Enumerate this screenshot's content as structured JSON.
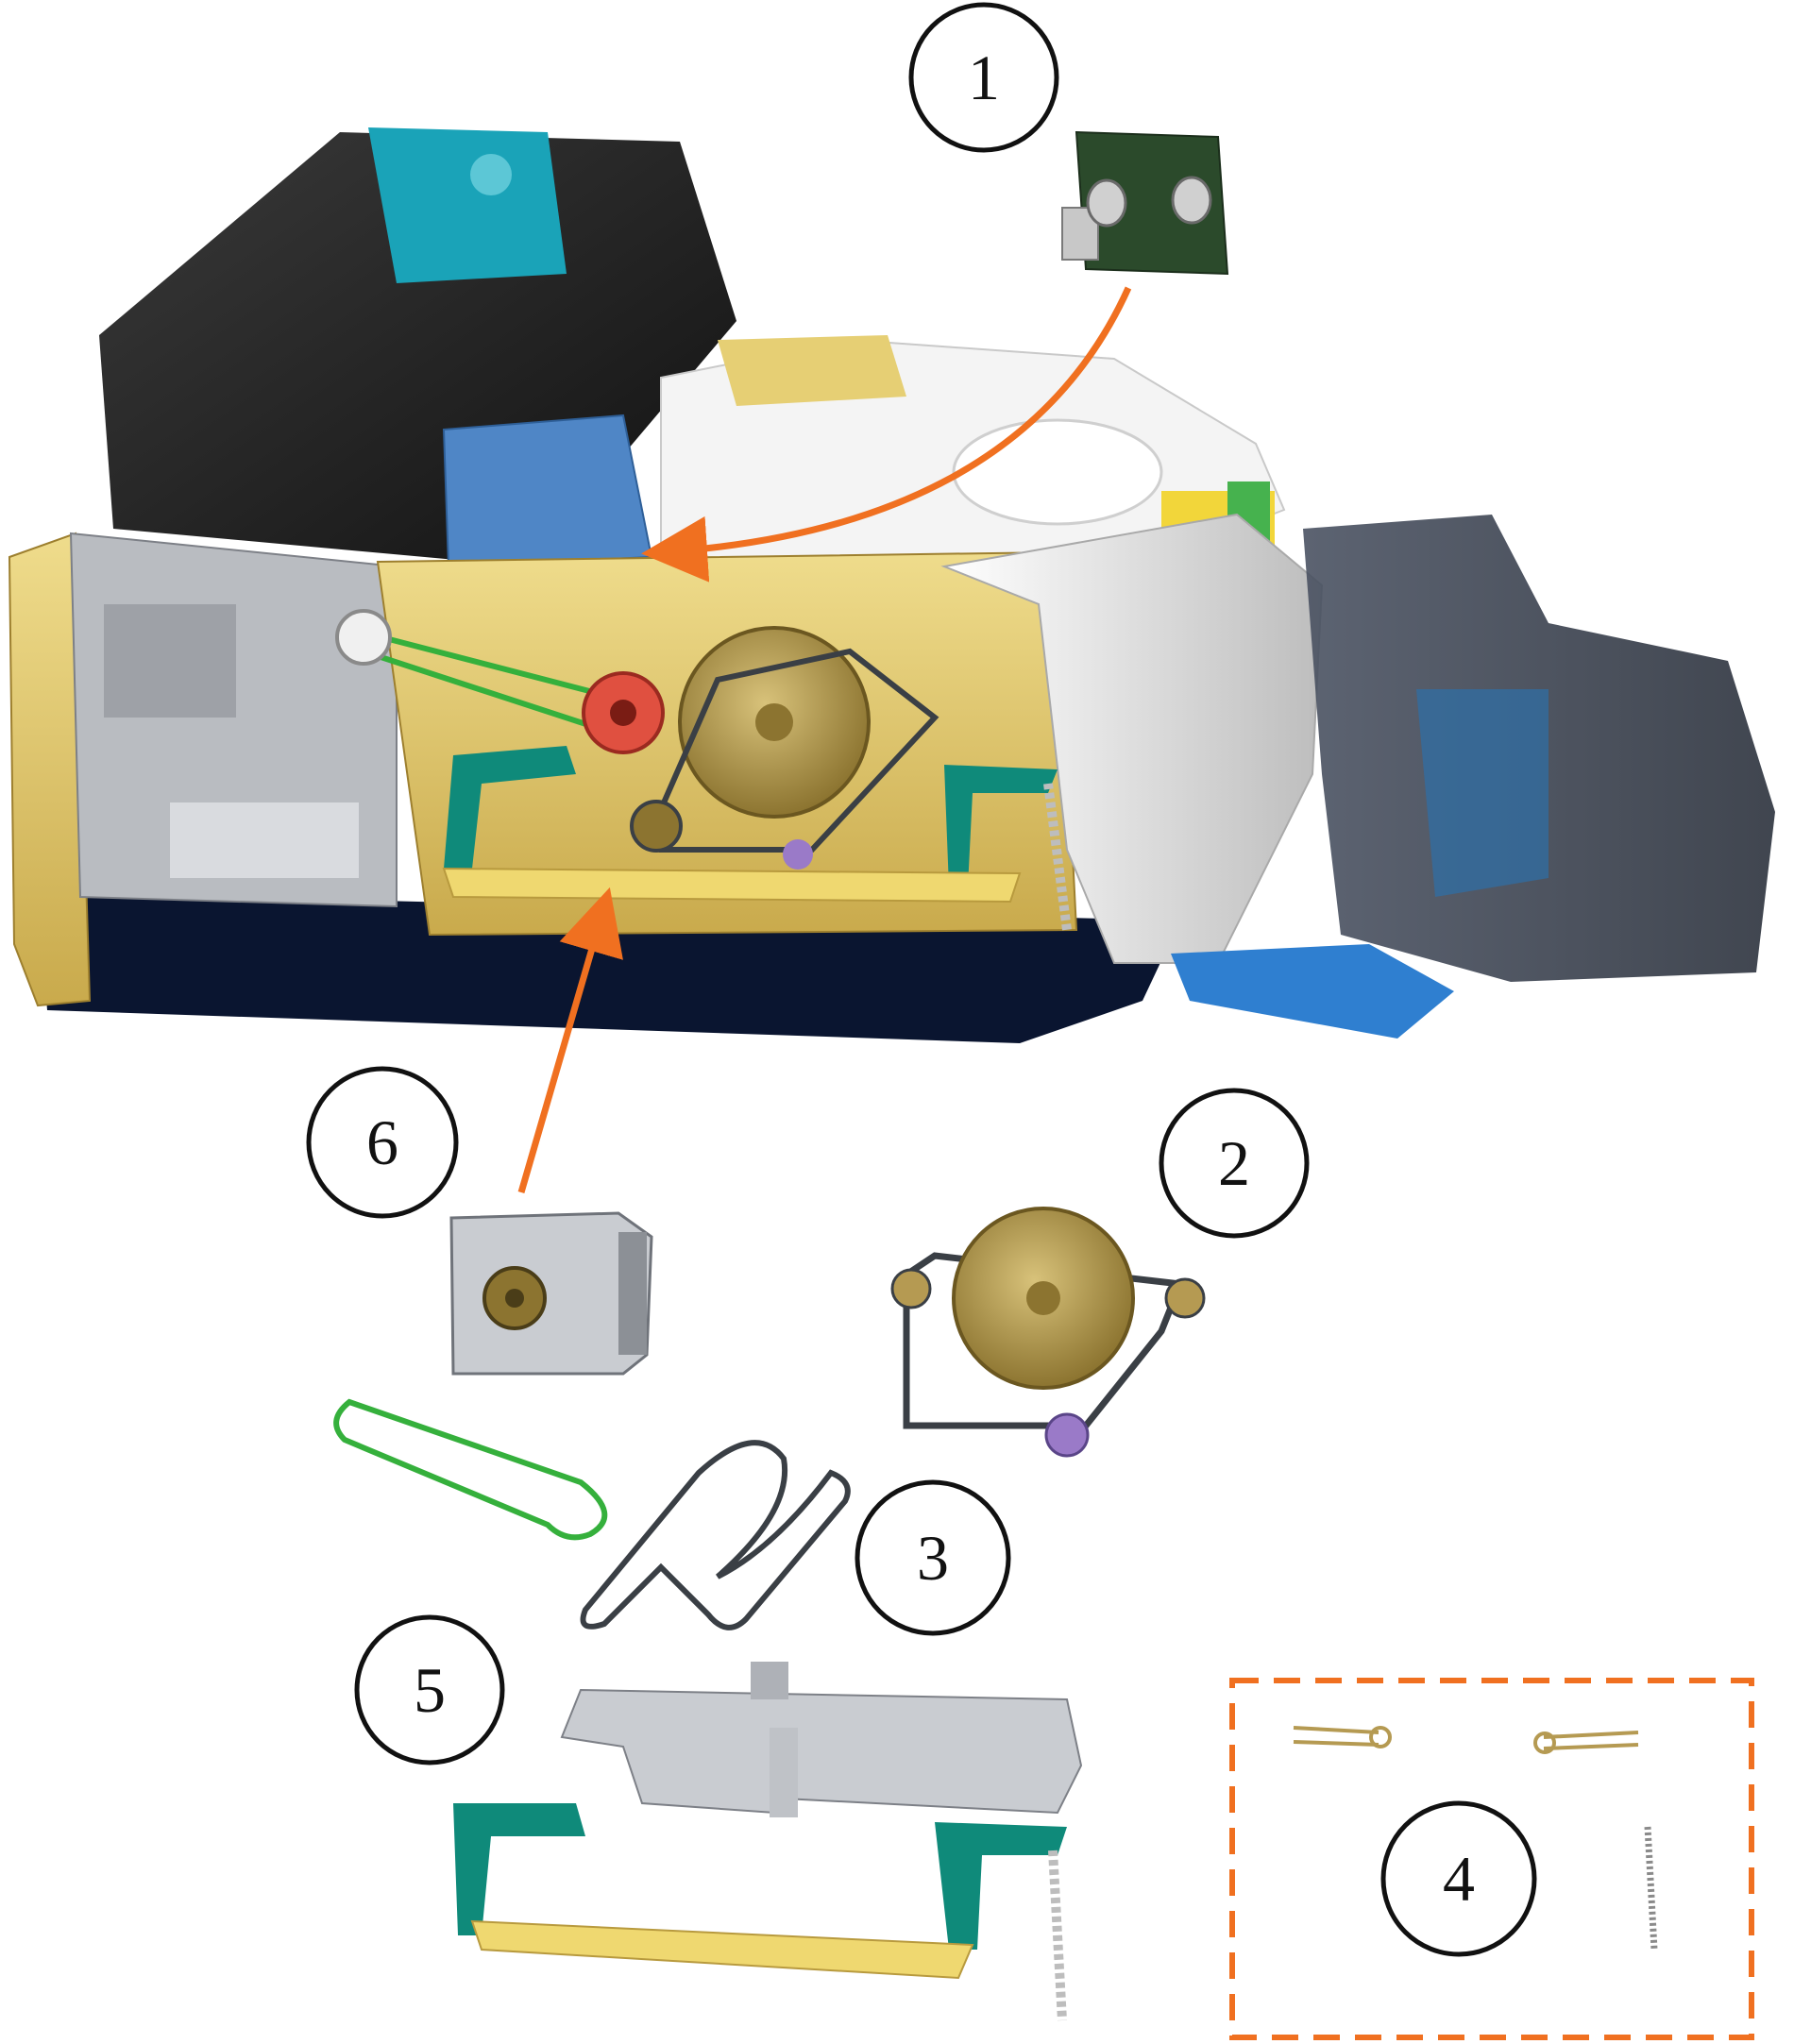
{
  "callouts": [
    {
      "id": "1",
      "label": "1",
      "part": "circuit-board"
    },
    {
      "id": "2",
      "label": "2",
      "part": "pulley-belt-assembly"
    },
    {
      "id": "3",
      "label": "3",
      "part": "drive-belts"
    },
    {
      "id": "4",
      "label": "4",
      "part": "springs-kit"
    },
    {
      "id": "5",
      "label": "5",
      "part": "lift-bracket-assembly"
    },
    {
      "id": "6",
      "label": "6",
      "part": "stepper-motor"
    }
  ],
  "colors": {
    "arrow": "#f07020",
    "kit_border": "#f07020",
    "printer_black": "#1f1f1f",
    "hopper_teal": "#1aa3b8",
    "frame_gold": "#e6cf74",
    "frame_gold_dark": "#c8a84a",
    "base_navy": "#0a1530",
    "plate_blue": "#4f86c6",
    "cover_white": "#f2f2f2",
    "cover_gray": "#c9c9c9",
    "output_tray_gray": "#3a4150",
    "output_blue": "#2f7fd0",
    "bracket_teal": "#0f8a7a",
    "pulley_red": "#e05040",
    "pulley_purple": "#9a7ac8",
    "board_green": "#2b4a2b",
    "belt_green": "#35b03c",
    "belt_dark": "#3a3f45",
    "gear_brass": "#b59a52"
  },
  "icons": [
    "circuit-board-icon",
    "pulley-assembly-icon",
    "belt-icon",
    "spring-icon",
    "bracket-icon",
    "motor-icon",
    "arrow-icon"
  ]
}
